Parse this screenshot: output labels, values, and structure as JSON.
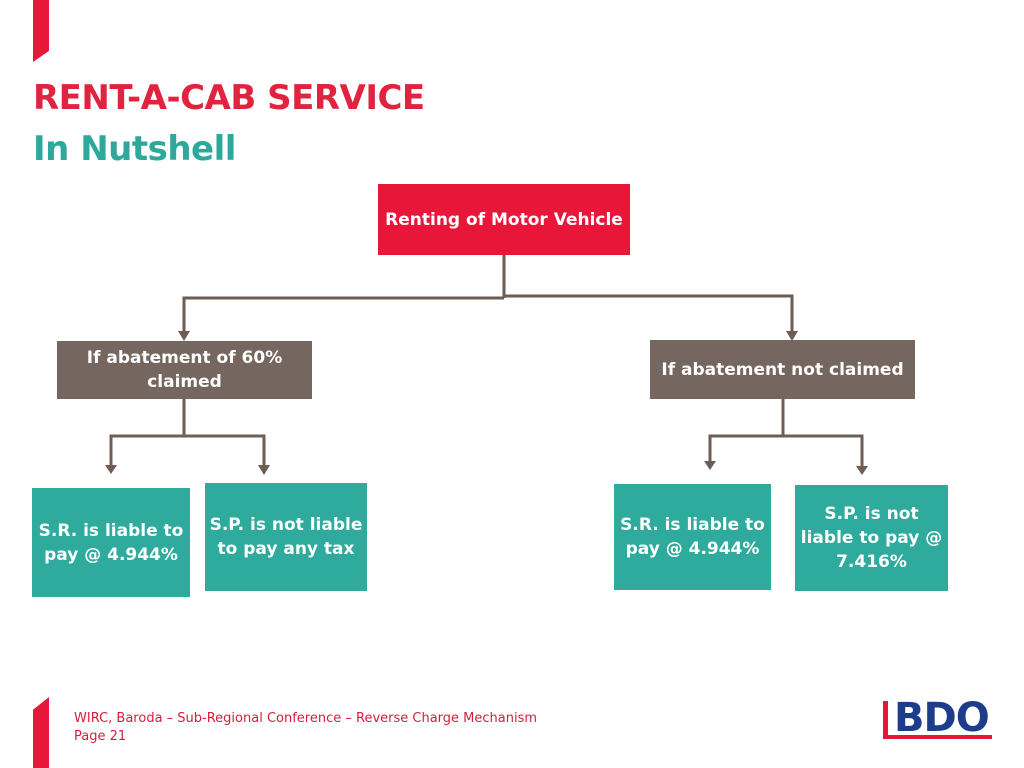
{
  "title": "RENT-A-CAB SERVICE",
  "subtitle": "In Nutshell",
  "root": {
    "label": "Renting of Motor Vehicle"
  },
  "branches": [
    {
      "label": "If abatement of 60% claimed",
      "leaves": [
        "S.R. is liable to pay @ 4.944%",
        "S.P. is not liable to pay any tax"
      ]
    },
    {
      "label": "If abatement not claimed",
      "leaves": [
        "S.R. is liable to pay @ 4.944%",
        "S.P. is not liable to pay @ 7.416%"
      ]
    }
  ],
  "footer": {
    "line1": "WIRC, Baroda – Sub-Regional Conference – Reverse Charge Mechanism",
    "line2": "Page 21"
  },
  "logo": "BDO",
  "colors": {
    "accent_red": "#e8173a",
    "title_red": "#e0233f",
    "subtitle_teal": "#2ea89b",
    "brown_box": "#766660",
    "teal_box": "#2eab9d",
    "connector": "#6e5d55",
    "logo_blue": "#1e3c8c"
  }
}
